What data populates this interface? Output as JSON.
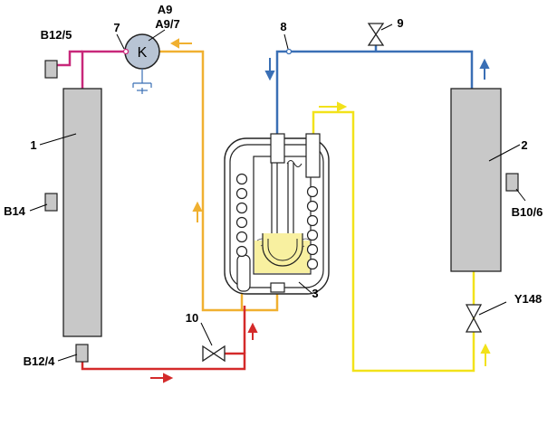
{
  "labels": {
    "a9": "A9",
    "a9_7": "A9/7",
    "compressor_symbol": "K",
    "n7": "7",
    "b12_5": "B12/5",
    "n1": "1",
    "b14": "B14",
    "b12_4": "B12/4",
    "n8": "8",
    "n9": "9",
    "n2": "2",
    "b10_6": "B10/6",
    "y148": "Y148",
    "n3": "3",
    "n10": "10"
  },
  "colors": {
    "magenta_line": "#c8287a",
    "orange_line": "#f0b030",
    "blue_line": "#3a6fb5",
    "red_line": "#d42a2a",
    "yellow_line": "#f2e21a",
    "component_fill": "#c8c8c8",
    "compressor_fill": "#b8c4d4",
    "liquid_fill": "#f8f0a0"
  },
  "icons": {
    "compressor": "compressor-icon",
    "valve": "valve-icon",
    "sensor": "sensor-icon",
    "flow_arrow": "flow-arrow-icon",
    "heat_exchanger": "heat-exchanger-icon"
  }
}
